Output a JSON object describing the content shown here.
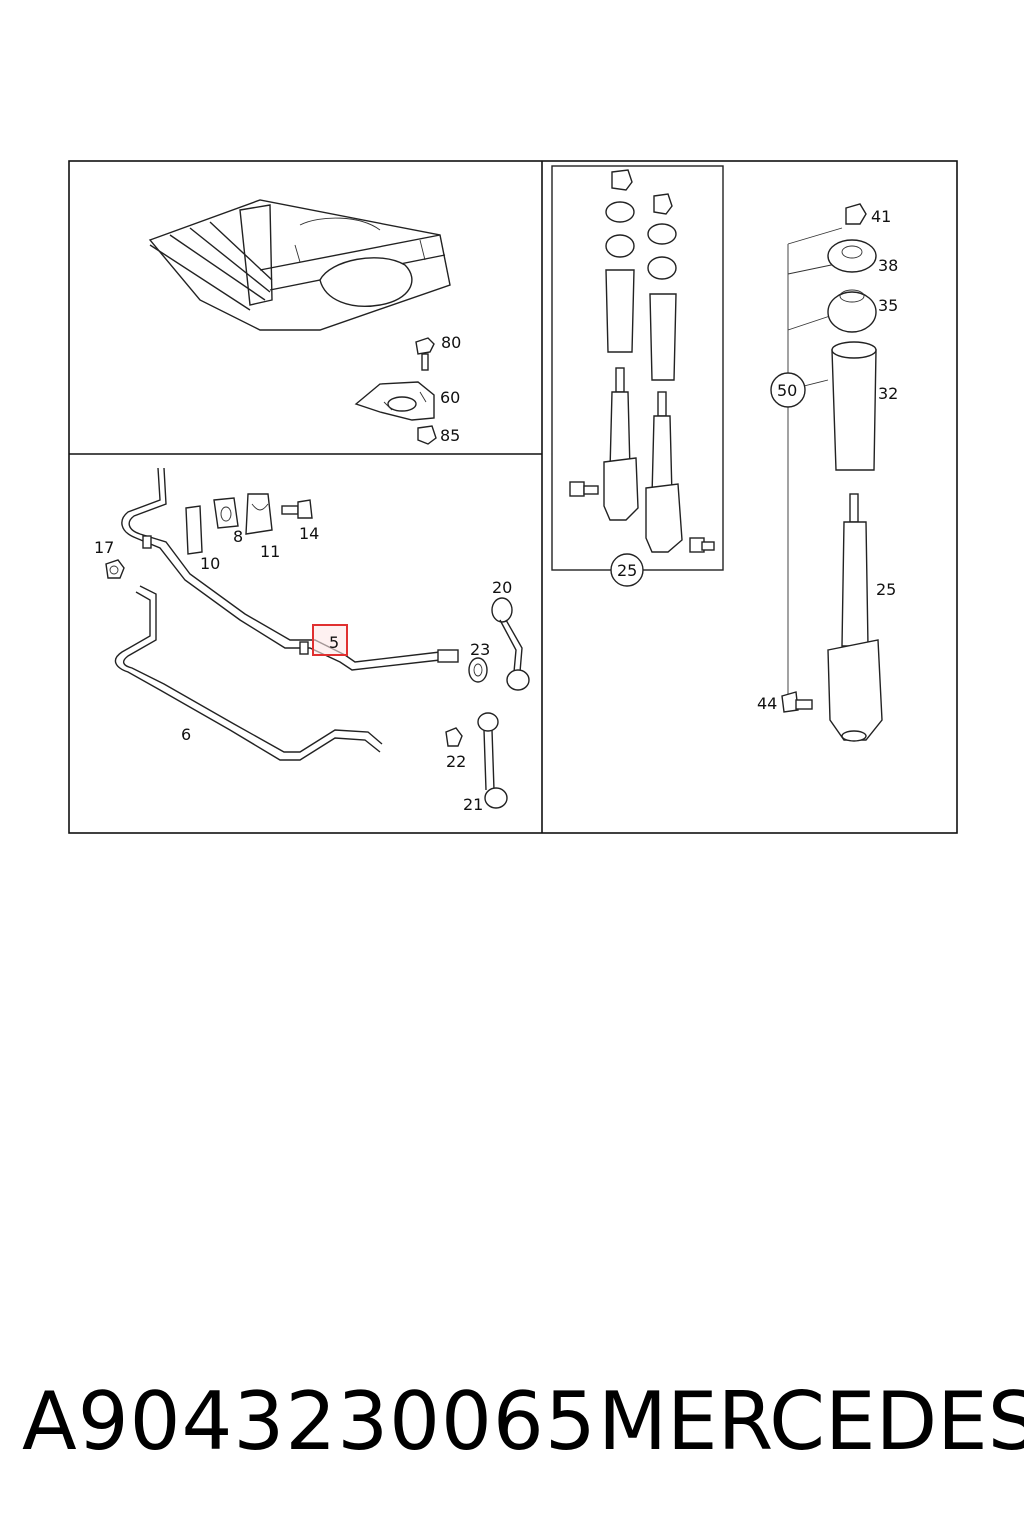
{
  "diagram": {
    "callouts": {
      "c80": "80",
      "c60": "60",
      "c85": "85",
      "c17": "17",
      "c10": "10",
      "c8": "8",
      "c11": "11",
      "c14": "14",
      "c5": "5",
      "c6": "6",
      "c20": "20",
      "c23": "23",
      "c22": "22",
      "c21": "21",
      "c25a": "25",
      "c41": "41",
      "c38": "38",
      "c35": "35",
      "c50": "50",
      "c32": "32",
      "c25b": "25",
      "c44": "44"
    },
    "highlight_color": "#e03030"
  },
  "footer": {
    "part_number": "A9043230065",
    "brand": "MERCEDES"
  }
}
